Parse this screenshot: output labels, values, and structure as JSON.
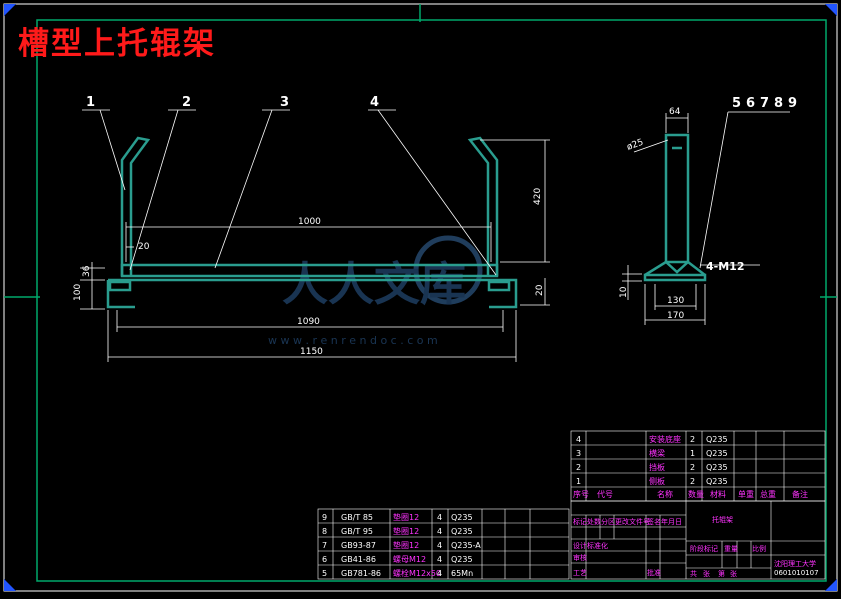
{
  "title": "槽型上托辊架",
  "watermark": {
    "text": "人人文库",
    "url": "w w w . r e n r e n d o c . c o m"
  },
  "balloons": [
    "1",
    "2",
    "3",
    "4",
    "5",
    "6",
    "7",
    "8",
    "9"
  ],
  "dimensions": {
    "d1000": "1000",
    "d1090": "1090",
    "d1150": "1150",
    "d20a": "20",
    "d20b": "20",
    "d36": "36",
    "d100": "100",
    "d420": "420",
    "d64": "64",
    "d25": "ø25",
    "d10": "10",
    "d130": "130",
    "d170": "170",
    "m12": "4-M12"
  },
  "parts_list_right": {
    "rows": [
      {
        "no": "4",
        "name": "安装底座",
        "qty": "2",
        "mat": "Q235"
      },
      {
        "no": "3",
        "name": "横梁",
        "qty": "1",
        "mat": "Q235"
      },
      {
        "no": "2",
        "name": "挡板",
        "qty": "2",
        "mat": "Q235"
      },
      {
        "no": "1",
        "name": "侧板",
        "qty": "2",
        "mat": "Q235"
      }
    ],
    "header": [
      "序号",
      "代号",
      "名称",
      "数量",
      "材料",
      "单重",
      "总重",
      "备注"
    ]
  },
  "parts_list_left": {
    "rows": [
      {
        "no": "9",
        "code": "GB/T 85",
        "name": "垫圈12",
        "qty": "4",
        "mat": "Q235"
      },
      {
        "no": "8",
        "code": "GB/T 95",
        "name": "垫圈12",
        "qty": "4",
        "mat": "Q235"
      },
      {
        "no": "7",
        "code": "GB93-87",
        "name": "垫圈12",
        "qty": "4",
        "mat": "Q235-A"
      },
      {
        "no": "6",
        "code": "GB41-86",
        "name": "螺母M12",
        "qty": "4",
        "mat": "Q235"
      },
      {
        "no": "5",
        "code": "GB781-86",
        "name": "螺栓M12x50",
        "qty": "4",
        "mat": "65Mn"
      }
    ]
  },
  "title_block": {
    "drawing_name": "托辊架",
    "school": "沈阳理工大学",
    "number": "0601010107",
    "labels": [
      "标记",
      "处数",
      "分区",
      "更改文件号",
      "签名",
      "年月日",
      "设计",
      "标准化",
      "阶段标记",
      "重量",
      "比例",
      "审核",
      "工艺",
      "批准",
      "共",
      "张",
      "第",
      "张"
    ]
  }
}
